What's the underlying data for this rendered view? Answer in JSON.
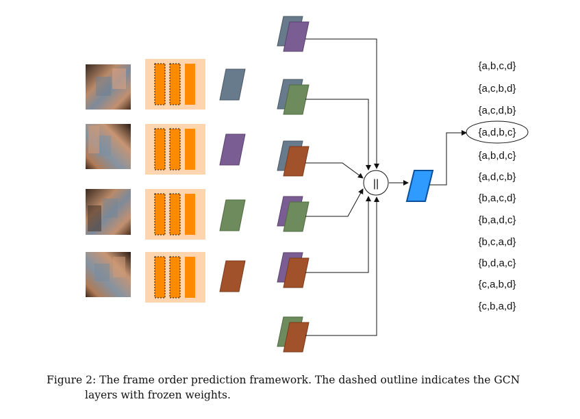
{
  "orders": [
    "{a,b,c,d}",
    "{a,c,b,d}",
    "{a,c,d,b}",
    "{a,d,b,c}",
    "{a,b,d,c}",
    "{a,d,c,b}",
    "{b,a,c,d}",
    "{b,a,d,c}",
    "{b,c,a,d}",
    "{b,d,a,c}",
    "{c,a,b,d}",
    "{c,b,a,d}"
  ],
  "highlighted_order": "{a,d,b,c}",
  "concat_symbol": "||",
  "caption": {
    "line1": "Figure 2: The frame order prediction framework. The dashed outline indicates the GCN",
    "line2": "layers with frozen weights."
  },
  "colors": {
    "slate": "#677b8d",
    "purple": "#7a5d92",
    "green": "#6e8b5e",
    "rust": "#a1522a",
    "blue": "#2f9aff",
    "orange": "#ff8a00",
    "orange_bg": "#ffd5b0"
  }
}
